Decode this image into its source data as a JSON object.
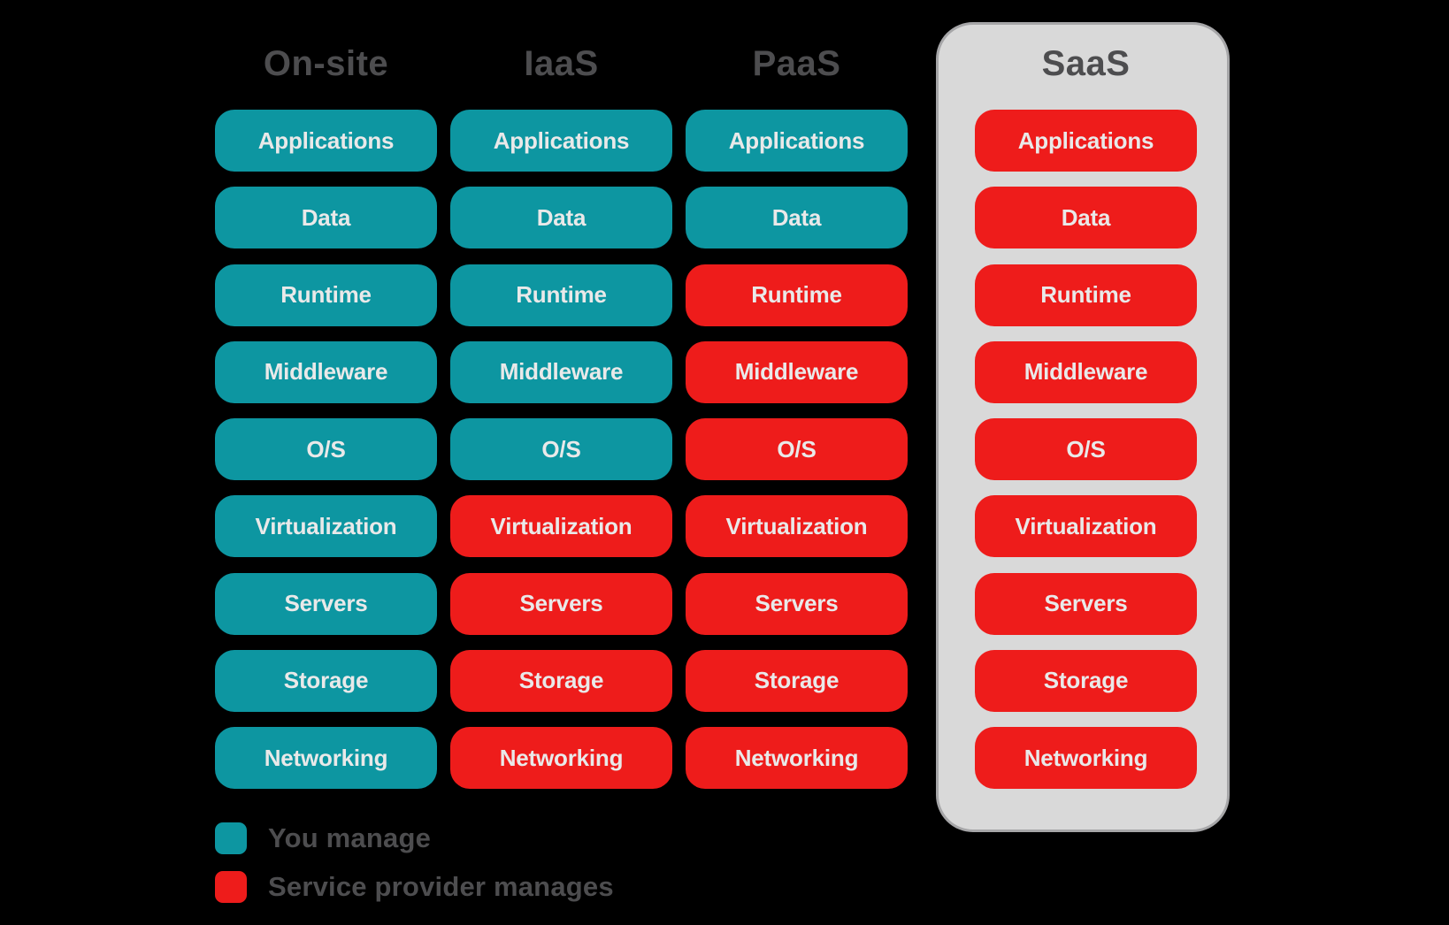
{
  "colors": {
    "background": "#000000",
    "you_manage": "#0d96a1",
    "provider_manages": "#ee1c1b",
    "pill_text": "#e9e9e9",
    "heading_text": "#4d4d4f",
    "saas_panel_bg": "#d9d9d9",
    "saas_panel_border": "#a6a6a8"
  },
  "columns": [
    {
      "label": "On-site",
      "highlighted": false,
      "layers": [
        {
          "label": "Applications",
          "managed_by": "you"
        },
        {
          "label": "Data",
          "managed_by": "you"
        },
        {
          "label": "Runtime",
          "managed_by": "you"
        },
        {
          "label": "Middleware",
          "managed_by": "you"
        },
        {
          "label": "O/S",
          "managed_by": "you"
        },
        {
          "label": "Virtualization",
          "managed_by": "you"
        },
        {
          "label": "Servers",
          "managed_by": "you"
        },
        {
          "label": "Storage",
          "managed_by": "you"
        },
        {
          "label": "Networking",
          "managed_by": "you"
        }
      ]
    },
    {
      "label": "IaaS",
      "highlighted": false,
      "layers": [
        {
          "label": "Applications",
          "managed_by": "you"
        },
        {
          "label": "Data",
          "managed_by": "you"
        },
        {
          "label": "Runtime",
          "managed_by": "you"
        },
        {
          "label": "Middleware",
          "managed_by": "you"
        },
        {
          "label": "O/S",
          "managed_by": "you"
        },
        {
          "label": "Virtualization",
          "managed_by": "provider"
        },
        {
          "label": "Servers",
          "managed_by": "provider"
        },
        {
          "label": "Storage",
          "managed_by": "provider"
        },
        {
          "label": "Networking",
          "managed_by": "provider"
        }
      ]
    },
    {
      "label": "PaaS",
      "highlighted": false,
      "layers": [
        {
          "label": "Applications",
          "managed_by": "you"
        },
        {
          "label": "Data",
          "managed_by": "you"
        },
        {
          "label": "Runtime",
          "managed_by": "provider"
        },
        {
          "label": "Middleware",
          "managed_by": "provider"
        },
        {
          "label": "O/S",
          "managed_by": "provider"
        },
        {
          "label": "Virtualization",
          "managed_by": "provider"
        },
        {
          "label": "Servers",
          "managed_by": "provider"
        },
        {
          "label": "Storage",
          "managed_by": "provider"
        },
        {
          "label": "Networking",
          "managed_by": "provider"
        }
      ]
    },
    {
      "label": "SaaS",
      "highlighted": true,
      "layers": [
        {
          "label": "Applications",
          "managed_by": "provider"
        },
        {
          "label": "Data",
          "managed_by": "provider"
        },
        {
          "label": "Runtime",
          "managed_by": "provider"
        },
        {
          "label": "Middleware",
          "managed_by": "provider"
        },
        {
          "label": "O/S",
          "managed_by": "provider"
        },
        {
          "label": "Virtualization",
          "managed_by": "provider"
        },
        {
          "label": "Servers",
          "managed_by": "provider"
        },
        {
          "label": "Storage",
          "managed_by": "provider"
        },
        {
          "label": "Networking",
          "managed_by": "provider"
        }
      ]
    }
  ],
  "legend": {
    "items": [
      {
        "label": "You manage",
        "key": "you"
      },
      {
        "label": "Service provider manages",
        "key": "provider"
      }
    ]
  }
}
